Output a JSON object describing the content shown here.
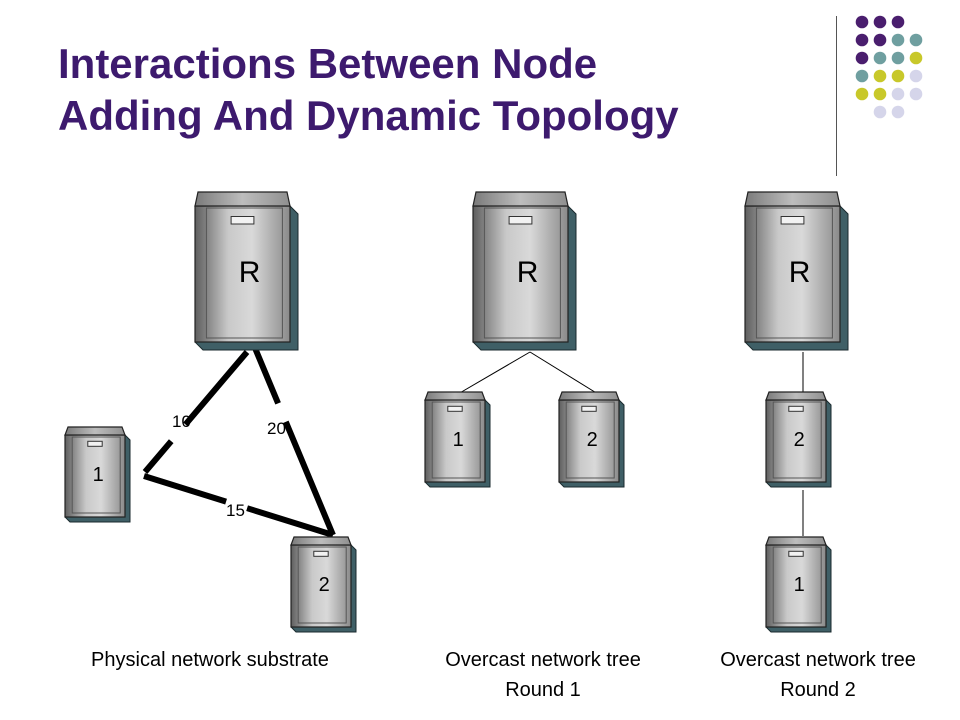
{
  "slide": {
    "title_line1": "Interactions Between Node",
    "title_line2": "Adding And Dynamic Topology"
  },
  "theme": {
    "title_color": "#3d1a6e",
    "dot_colors": {
      "purple": "#4a1e6e",
      "teal": "#6f9fa0",
      "yellow": "#c8c82a",
      "lavender": "#d5d5ea"
    }
  },
  "panels": {
    "physical": {
      "caption_line1": "Physical network substrate",
      "caption_line2": "",
      "nodes": {
        "root": "R",
        "node1": "1",
        "node2": "2"
      },
      "links": [
        {
          "from": "R",
          "to": "1",
          "weight": "10"
        },
        {
          "from": "R",
          "to": "2",
          "weight": "20"
        },
        {
          "from": "1",
          "to": "2",
          "weight": "15"
        }
      ]
    },
    "round1": {
      "caption_line1": "Overcast network tree",
      "caption_line2": "Round 1",
      "nodes": {
        "root": "R",
        "node1": "1",
        "node2": "2"
      }
    },
    "round2": {
      "caption_line1": "Overcast network tree",
      "caption_line2": "Round 2",
      "nodes": {
        "root": "R",
        "node2": "2",
        "node1": "1"
      }
    }
  }
}
